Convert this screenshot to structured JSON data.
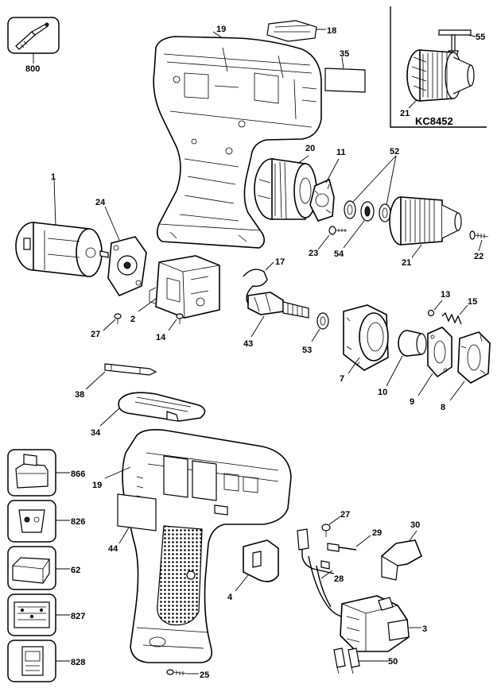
{
  "kit": {
    "label": "KC8452"
  },
  "labels": {
    "p800": "800",
    "p19a": "19",
    "p18": "18",
    "p35": "35",
    "p55": "55",
    "p21a": "21",
    "p1": "1",
    "p24": "24",
    "p20": "20",
    "p11": "11",
    "p52": "52",
    "p23": "23",
    "p54": "54",
    "p21b": "21",
    "p22": "22",
    "p17": "17",
    "p2": "2",
    "p27a": "27",
    "p14": "14",
    "p43": "43",
    "p53": "53",
    "p7": "7",
    "p13": "13",
    "p15": "15",
    "p10": "10",
    "p9": "9",
    "p8": "8",
    "p38": "38",
    "p34": "34",
    "p866": "866",
    "p19b": "19",
    "p826": "826",
    "p44": "44",
    "p62": "62",
    "p827": "827",
    "p828": "828",
    "p4": "4",
    "p27b": "27",
    "p29": "29",
    "p30": "30",
    "p28": "28",
    "p3": "3",
    "p50": "50",
    "p25": "25"
  }
}
